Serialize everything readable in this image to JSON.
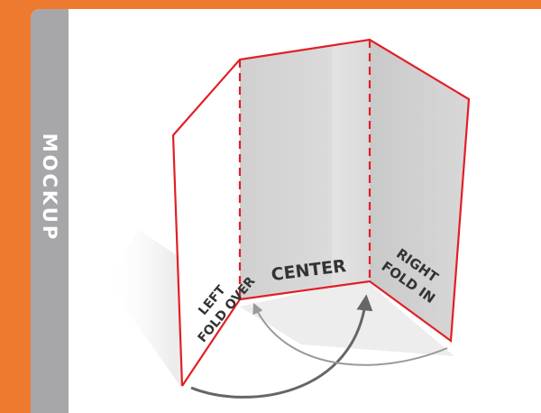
{
  "sidebar": {
    "label": "MOCKUP"
  },
  "panels": {
    "left": {
      "line1": "LEFT",
      "line2": "FOLD OVER"
    },
    "center": {
      "label": "CENTER"
    },
    "right": {
      "line1": "RIGHT",
      "line2": "FOLD IN"
    }
  },
  "colors": {
    "background": "#ee7a2f",
    "sidebar": "#a7a7a9",
    "fold_outline": "#e11f26",
    "panel_fill": "#d5d5d5"
  }
}
